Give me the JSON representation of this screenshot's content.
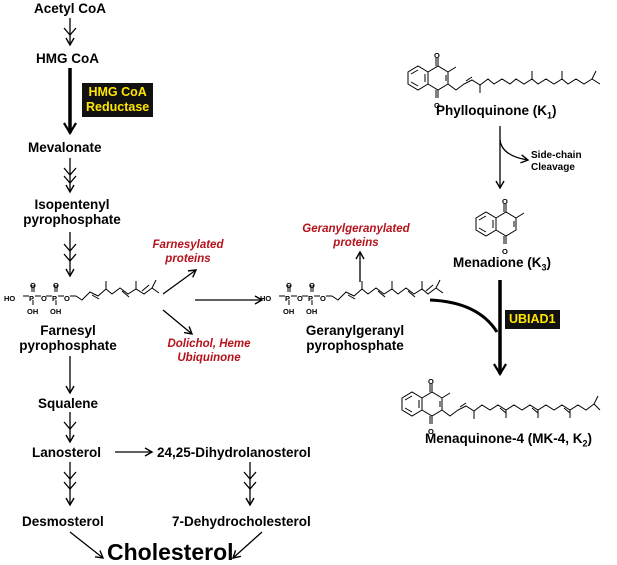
{
  "left_pathway": {
    "acetyl_coa": "Acetyl CoA",
    "hmg_coa": "HMG CoA",
    "mevalonate": "Mevalonate",
    "isopentenyl": "Isopentenyl\npyrophosphate",
    "farnesyl": "Farnesyl\npyrophosphate",
    "squalene": "Squalene",
    "lanosterol": "Lanosterol",
    "dihydrolanosterol": "24,25-Dihydrolanosterol",
    "desmosterol": "Desmosterol",
    "dehydrocholesterol": "7-Dehydrocholesterol",
    "cholesterol": "Cholesterol"
  },
  "enzymes": {
    "hmg_reductase": "HMG CoA\nReductase",
    "ubiad1": "UBIAD1"
  },
  "branches": {
    "farnesylated": "Farnesylated\nproteins",
    "dolichol": "Dolichol, Heme\nUbiquinone",
    "geranylgeranylated": "Geranylgeranylated\nproteins"
  },
  "middle": {
    "geranylgeranyl": "Geranylgeranyl\npyrophosphate"
  },
  "right_pathway": {
    "phylloquinone": "Phylloquinone (K",
    "phylloquinone_sub": "1",
    "side_chain": "Side-chain\nCleavage",
    "menadione": "Menadione (K",
    "menadione_sub": "3",
    "menaquinone": "Menaquinone-4 (MK-4, K",
    "menaquinone_sub": "2"
  },
  "structure_atoms": {
    "ho": "HO",
    "oh": "OH",
    "p": "P",
    "o": "O"
  },
  "colors": {
    "branch_text": "#b5121b",
    "enzyme_bg": "#111111",
    "enzyme_text": "#ffe600"
  }
}
